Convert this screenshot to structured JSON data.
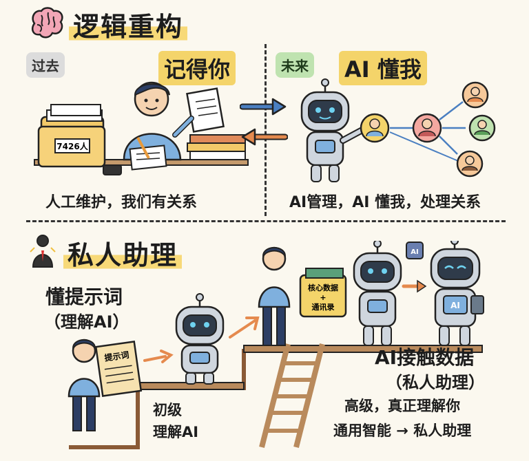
{
  "top": {
    "title": "逻辑重构",
    "past": {
      "tag": "过去",
      "headline": "记得你",
      "folder_label": "7426人",
      "caption": "人工维护，我们有关系"
    },
    "future": {
      "tag": "未来",
      "headline": "AI 懂我",
      "caption": "AI管理，AI 懂我，处理关系"
    }
  },
  "bottom": {
    "title": "私人助理",
    "left": {
      "line1": "懂提示词",
      "line2": "（理解AI）",
      "scroll_label": "提示词"
    },
    "step1": {
      "line1": "初级",
      "line2": "理解AI"
    },
    "folder_label_line1": "核心数据",
    "folder_label_plus": "+",
    "folder_label_line2": "通讯录",
    "chip_label": "AI",
    "robot_screen_label": "AI",
    "right": {
      "title": "AI接触数据",
      "subtitle": "（私人助理）",
      "line1": "高级，真正理解你",
      "line2": "通用智能 → 私人助理"
    }
  },
  "colors": {
    "background": "#fbf8ef",
    "highlight_yellow": "#f4d46a",
    "tag_gray": "#dcdcdc",
    "tag_green": "#bfe3b0",
    "arrow_blue": "#4a7fc1",
    "arrow_orange": "#e58a4e",
    "robot_body": "#cfd6de",
    "robot_screen": "#2f3b4a",
    "wood": "#b98a5c"
  }
}
